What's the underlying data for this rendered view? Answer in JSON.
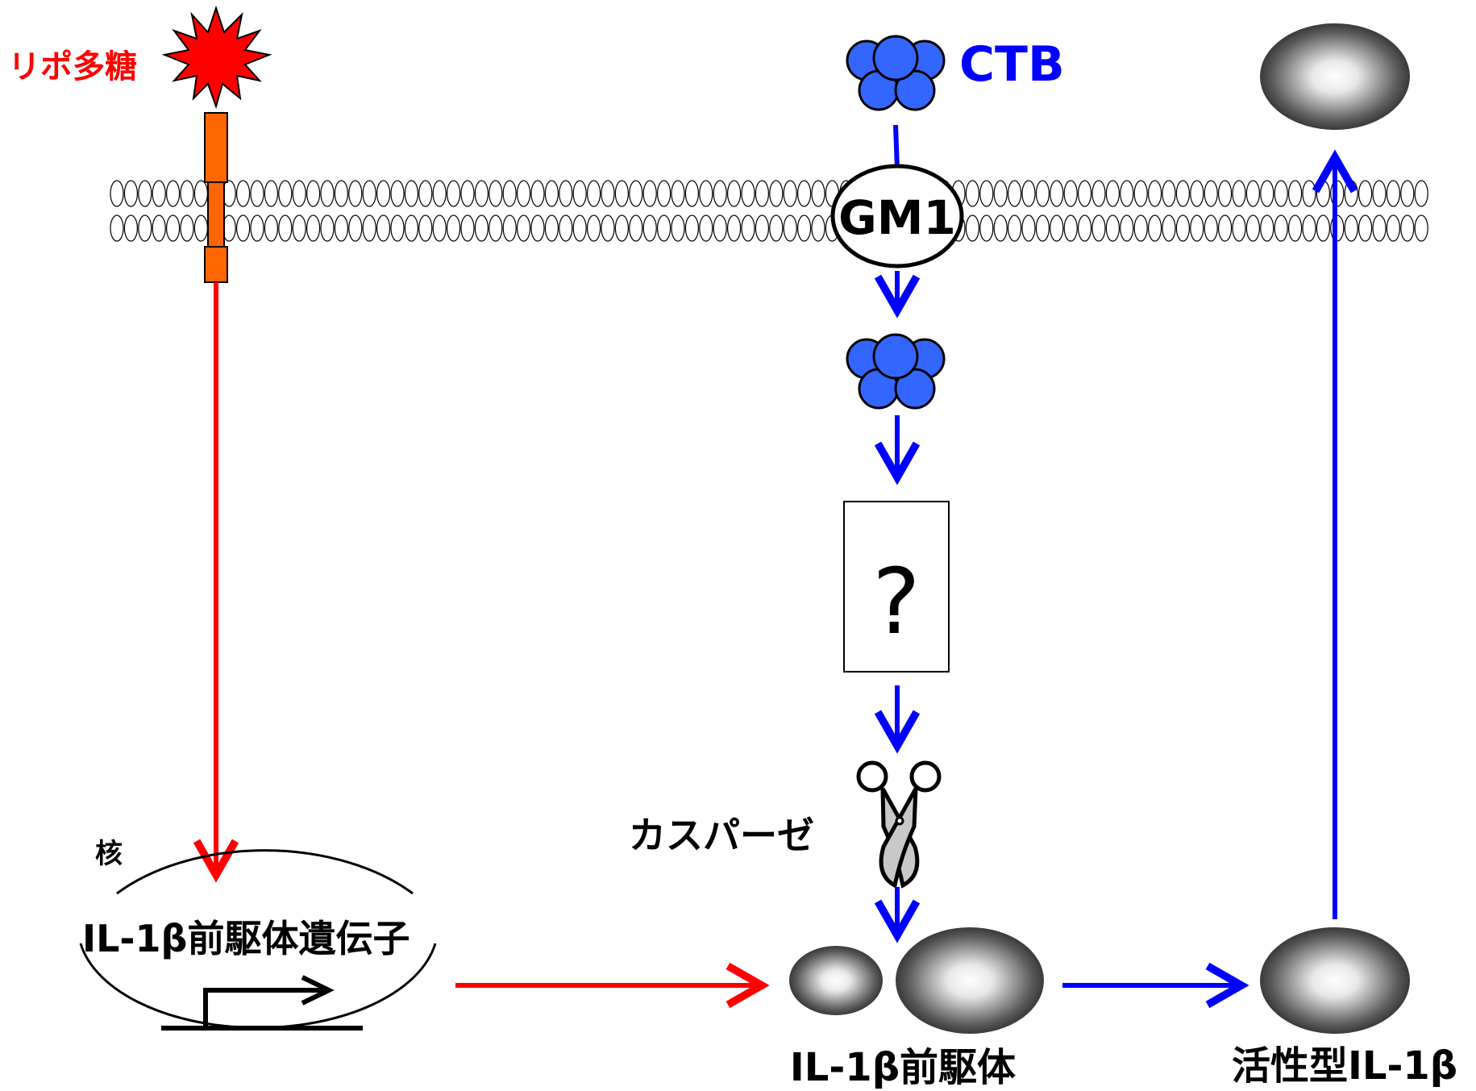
{
  "labels": {
    "lps": "リポ多糖",
    "ctb": "CTB",
    "gm1": "GM1",
    "unknown": "?",
    "caspase": "カスパーゼ",
    "nucleus": "核",
    "gene": "IL-1β前駆体遺伝子",
    "precursor": "IL-1β前駆体",
    "active": "活性型IL-1β"
  },
  "colors": {
    "red": "#ff0000",
    "blue": "#0000ff",
    "ctb_fill": "#3366ff",
    "receptor": "#ff6600",
    "black": "#000000"
  }
}
